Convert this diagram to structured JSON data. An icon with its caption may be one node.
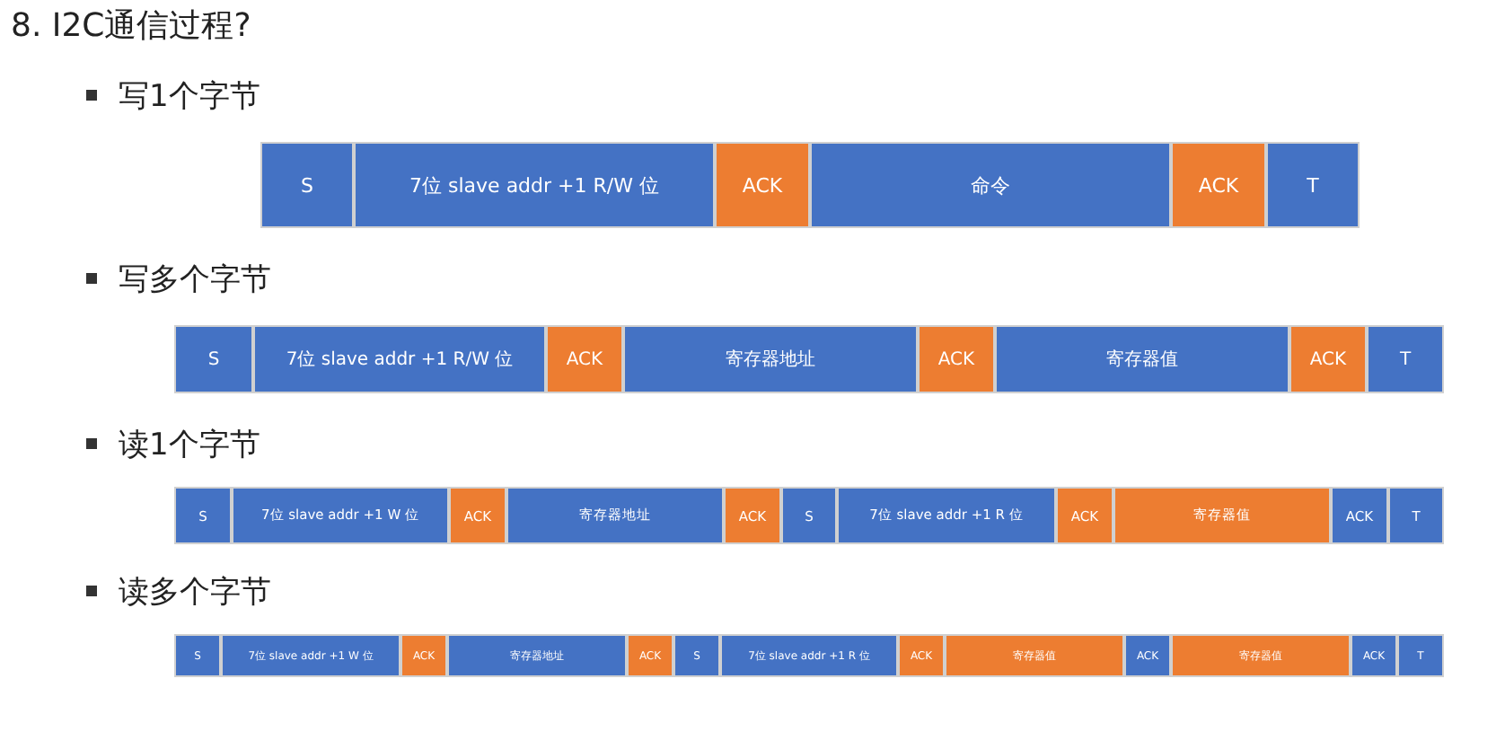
{
  "diagram": {
    "title": "8. I2C通信过程?",
    "nodes": [
      {
        "text": [
          "S"
        ]
      },
      {
        "text": [
          "7位 slave addr +1 R/W 位"
        ]
      },
      {
        "text": [
          "ACK"
        ]
      },
      {
        "text": [
          "命令"
        ]
      },
      {
        "text": [
          "ACK"
        ]
      },
      {
        "text": [
          "T"
        ]
      },
      {
        "text": [
          "S"
        ]
      },
      {
        "text": [
          "7位 slave addr +1 R/W 位"
        ]
      },
      {
        "text": [
          "ACK"
        ]
      },
      {
        "text": [
          "寄存器地址"
        ]
      },
      {
        "text": [
          "ACK"
        ]
      },
      {
        "text": [
          "寄存器值"
        ]
      },
      {
        "text": [
          "ACK"
        ]
      },
      {
        "text": [
          "T"
        ]
      },
      {
        "text": [
          "S"
        ]
      },
      {
        "text": [
          "7位 slave addr +1 W 位"
        ]
      },
      {
        "text": [
          "ACK"
        ]
      },
      {
        "text": [
          "寄存器地址"
        ]
      },
      {
        "text": [
          "ACK"
        ]
      },
      {
        "text": [
          "S"
        ]
      },
      {
        "text": [
          "7位 slave addr +1 R 位"
        ]
      },
      {
        "text": [
          "ACK"
        ]
      },
      {
        "text": [
          "寄存器值"
        ]
      },
      {
        "text": [
          "ACK"
        ]
      },
      {
        "text": [
          "T"
        ]
      },
      {
        "text": [
          "S"
        ]
      },
      {
        "text": [
          "7位 slave addr +1 W 位"
        ]
      },
      {
        "text": [
          "ACK"
        ]
      },
      {
        "text": [
          "寄存器地址"
        ]
      },
      {
        "text": [
          "ACK"
        ]
      },
      {
        "text": [
          "S"
        ]
      },
      {
        "text": [
          "7位 slave addr +1 R 位"
        ]
      },
      {
        "text": [
          "ACK"
        ]
      },
      {
        "text": [
          "寄存器值"
        ]
      },
      {
        "text": [
          "ACK"
        ]
      },
      {
        "text": [
          "寄存器值"
        ]
      },
      {
        "text": [
          "ACK"
        ]
      },
      {
        "text": [
          "T"
        ]
      }
    ],
    "labels": [
      "写1个字节",
      "写多个字节",
      "读1个字节",
      "读多个字节"
    ]
  }
}
